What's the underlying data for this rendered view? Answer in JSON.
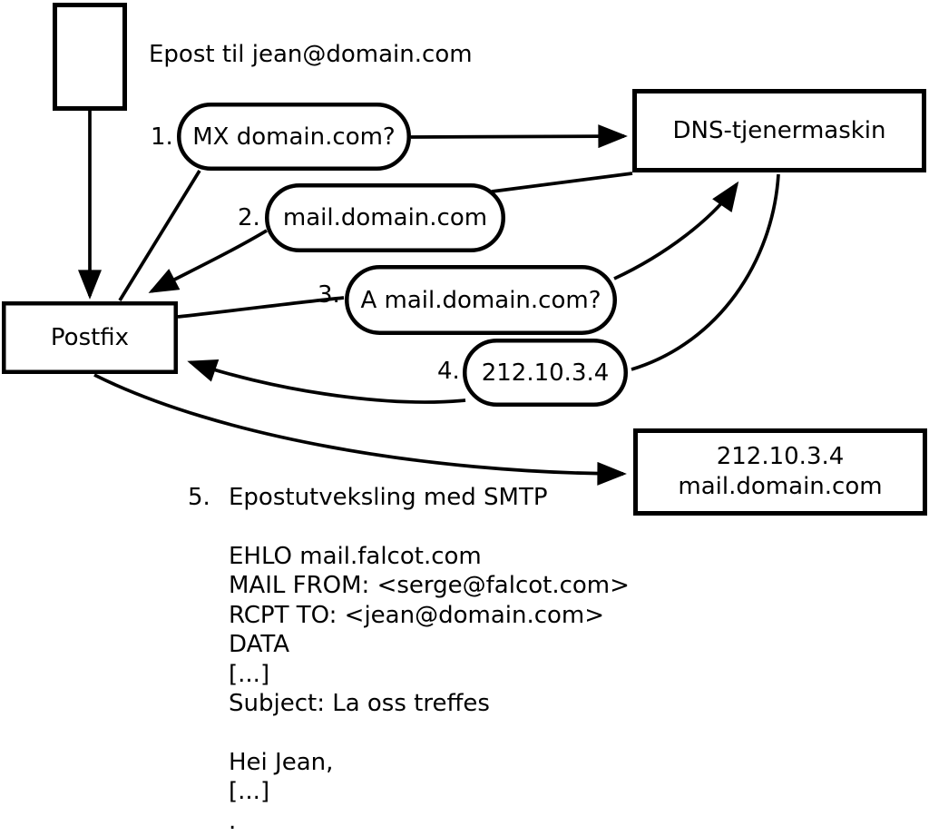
{
  "title": "Epost til jean@domain.com",
  "nodes": {
    "postfix": "Postfix",
    "dns_server": "DNS-tjenermaskin",
    "mail_server_lines": [
      "212.10.3.4",
      "mail.domain.com"
    ]
  },
  "steps": [
    {
      "num": "1.",
      "text": "MX domain.com?"
    },
    {
      "num": "2.",
      "text": "mail.domain.com"
    },
    {
      "num": "3.",
      "text": "A mail.domain.com?"
    },
    {
      "num": "4.",
      "text": "212.10.3.4"
    },
    {
      "num": "5.",
      "text": "Epostutveksling med SMTP"
    }
  ],
  "smtp_session": {
    "lines": [
      "EHLO mail.falcot.com",
      "MAIL FROM: <serge@falcot.com>",
      "RCPT TO: <jean@domain.com>",
      "DATA",
      "[...]",
      "Subject: La oss treffes",
      "",
      "Hei Jean,",
      "[...]",
      "."
    ]
  },
  "colors": {
    "stroke": "#000000",
    "background": "#ffffff"
  }
}
